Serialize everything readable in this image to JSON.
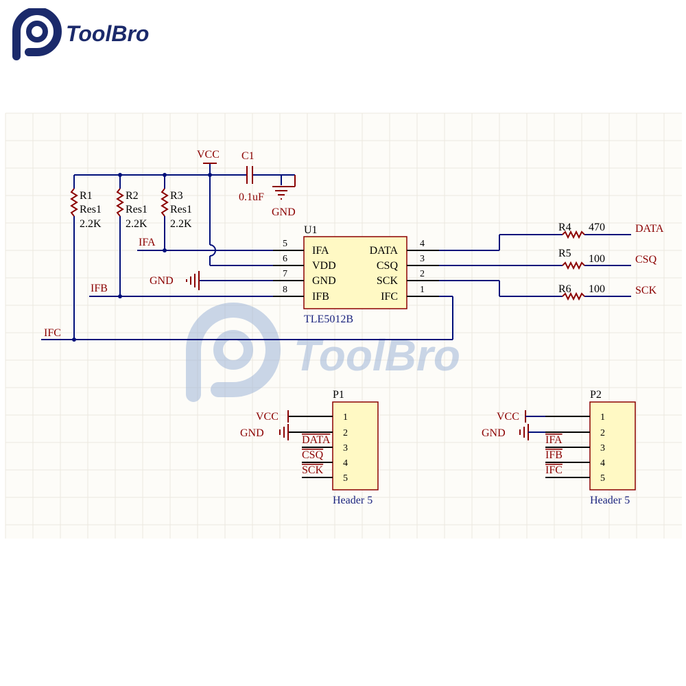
{
  "brand": {
    "name": "ToolBro",
    "color": "#1b2a6b",
    "watermark_color": "#9fb6d8"
  },
  "schematic": {
    "supply": {
      "vcc": "VCC",
      "gnd": "GND"
    },
    "capacitor": {
      "ref": "C1",
      "value": "0.1uF"
    },
    "resistors": [
      {
        "ref": "R1",
        "type": "Res1",
        "value": "2.2K"
      },
      {
        "ref": "R2",
        "type": "Res1",
        "value": "2.2K"
      },
      {
        "ref": "R3",
        "type": "Res1",
        "value": "2.2K"
      },
      {
        "ref": "R4",
        "value": "470"
      },
      {
        "ref": "R5",
        "value": "100"
      },
      {
        "ref": "R6",
        "value": "100"
      }
    ],
    "chip": {
      "ref": "U1",
      "part": "TLE5012B",
      "left_pins": [
        {
          "num": "5",
          "name": "IFA"
        },
        {
          "num": "6",
          "name": "VDD"
        },
        {
          "num": "7",
          "name": "GND"
        },
        {
          "num": "8",
          "name": "IFB"
        }
      ],
      "right_pins": [
        {
          "num": "4",
          "name": "DATA"
        },
        {
          "num": "3",
          "name": "CSQ"
        },
        {
          "num": "2",
          "name": "SCK"
        },
        {
          "num": "1",
          "name": "IFC"
        }
      ]
    },
    "nets": {
      "ifa": "IFA",
      "ifb": "IFB",
      "ifc": "IFC",
      "data": "DATA",
      "csq": "CSQ",
      "sck": "SCK"
    },
    "headers": [
      {
        "ref": "P1",
        "part": "Header 5",
        "pins": [
          "1",
          "2",
          "3",
          "4",
          "5"
        ],
        "labels": [
          "VCC",
          "GND",
          "DATA",
          "CSQ",
          "SCK"
        ]
      },
      {
        "ref": "P2",
        "part": "Header 5",
        "pins": [
          "1",
          "2",
          "3",
          "4",
          "5"
        ],
        "labels": [
          "VCC",
          "GND",
          "IFA",
          "IFB",
          "IFC"
        ]
      }
    ]
  }
}
